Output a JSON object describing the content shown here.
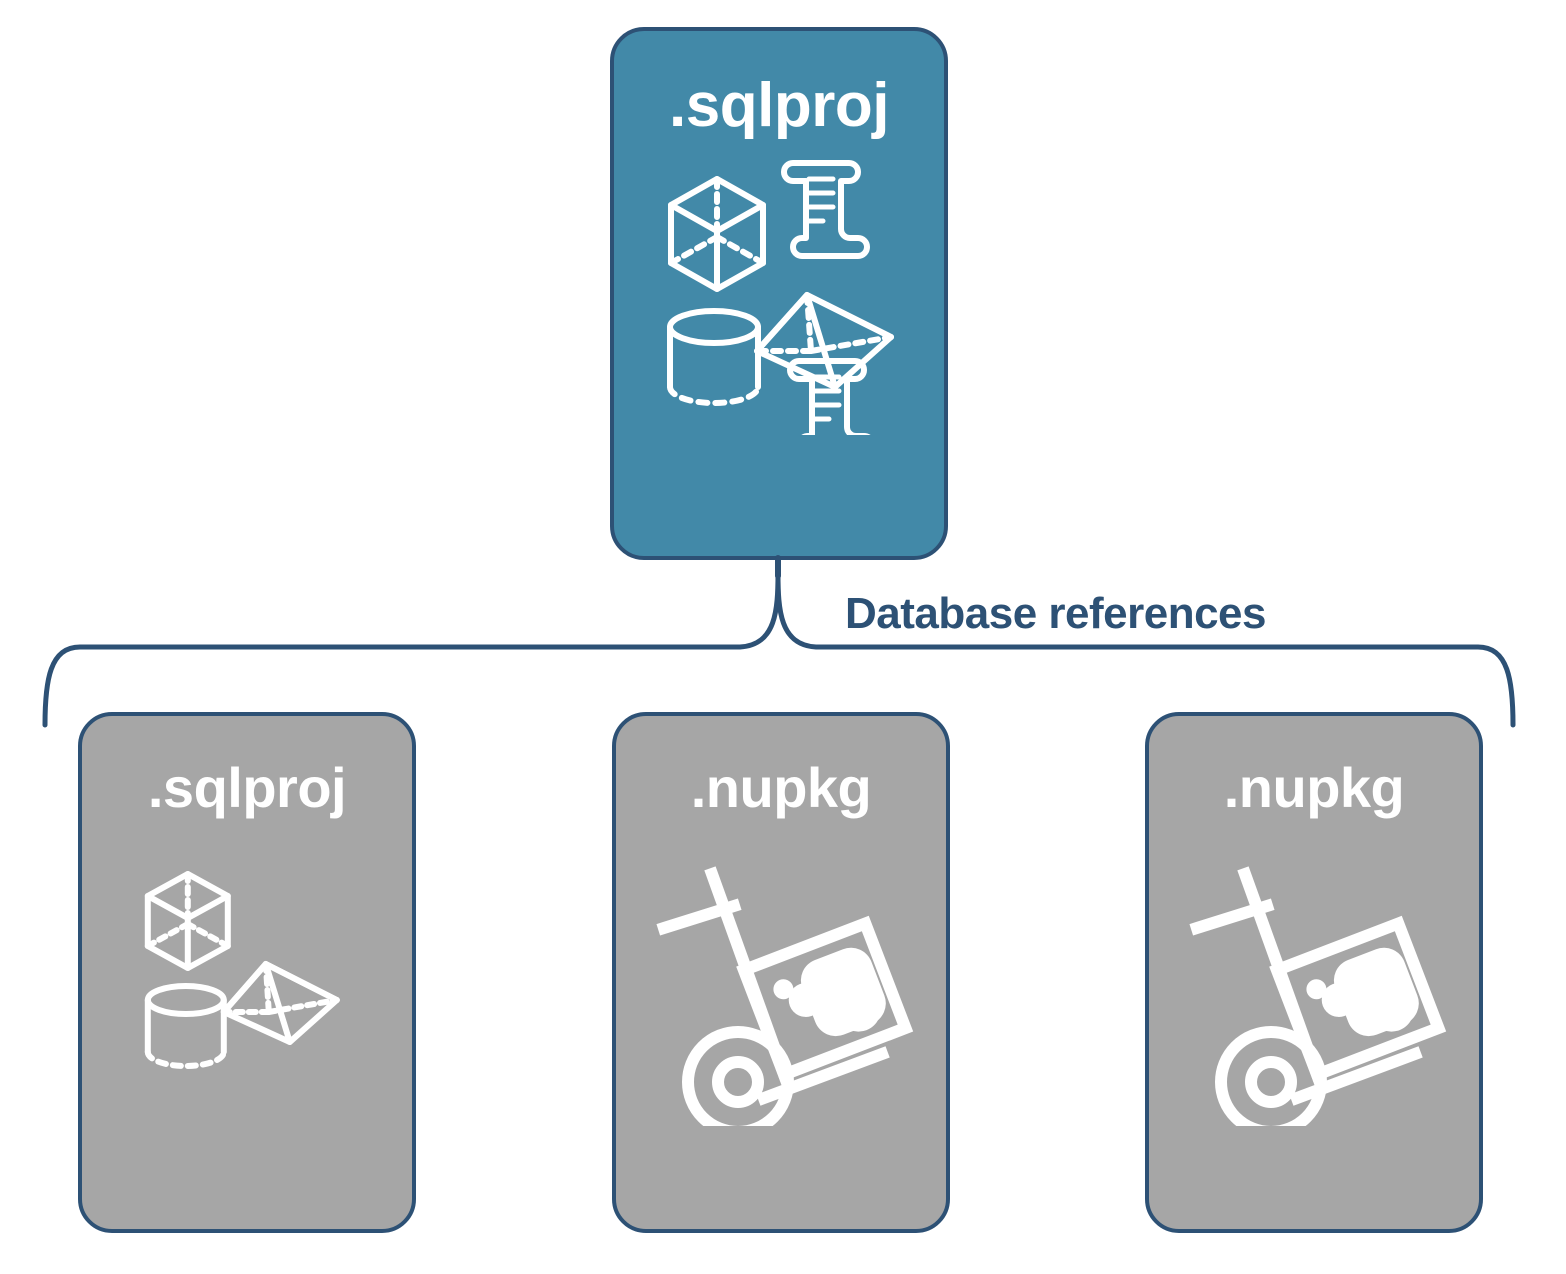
{
  "diagram": {
    "title_label": "Database references",
    "colors": {
      "primary_card_fill": "#4289a8",
      "secondary_card_fill": "#a6a6a6",
      "card_border": "#2d5175",
      "label_text": "#2d5175",
      "card_text": "#ffffff",
      "icon_stroke": "#ffffff",
      "background": "#ffffff"
    },
    "top_card": {
      "title": ".sqlproj",
      "icons": [
        "cube-wireframe-icon",
        "pyramid-wireframe-icon",
        "cylinder-wireframe-icon",
        "scroll-script-icon",
        "scroll-script-icon"
      ]
    },
    "reference_cards": [
      {
        "title": ".sqlproj",
        "icon_set": "database-objects",
        "icons": [
          "cube-wireframe-icon",
          "pyramid-wireframe-icon",
          "cylinder-wireframe-icon"
        ]
      },
      {
        "title": ".nupkg",
        "icon_set": "package-delivery",
        "icons": [
          "hand-truck-icon",
          "nuget-package-box-icon"
        ]
      },
      {
        "title": ".nupkg",
        "icon_set": "package-delivery",
        "icons": [
          "hand-truck-icon",
          "nuget-package-box-icon"
        ]
      }
    ]
  }
}
